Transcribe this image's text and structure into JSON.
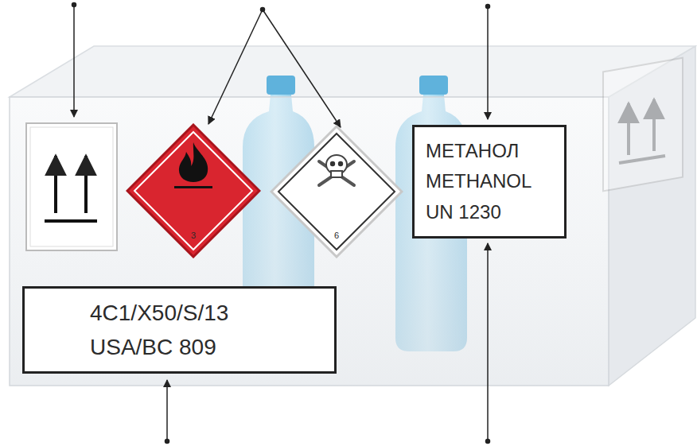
{
  "diagram": {
    "nodes": [
      {
        "text": [
          "3"
        ]
      },
      {
        "text": [
          "6"
        ]
      },
      {
        "text": [
          "МЕТАНОЛ",
          "METHANOL",
          "UN 1230"
        ]
      },
      {
        "text": [
          "4C1/X50/S/13",
          "USA/BC 809"
        ]
      }
    ]
  }
}
